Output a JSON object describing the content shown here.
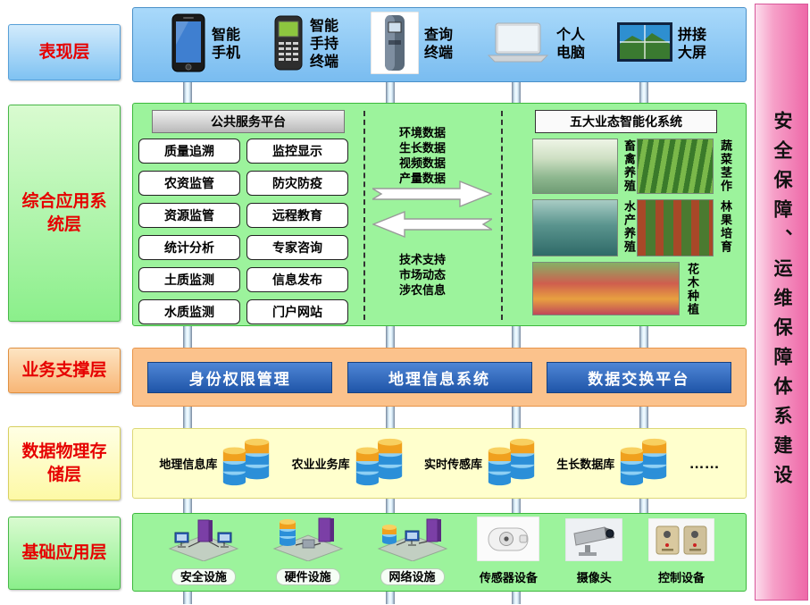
{
  "colors": {
    "layer_label_text": "#e60000",
    "presentation_blue": "#8fccf6",
    "application_green": "#9cf39c",
    "business_orange": "#fbc28c",
    "storage_yellow": "#ffffcd",
    "sidebar_pink": "#f287b7",
    "business_button_blue": "#2a66c0"
  },
  "layer_labels": {
    "presentation": "表现层",
    "application": "综合应用系统层",
    "business": "业务支撑层",
    "storage": "数据物理存储层",
    "infrastructure": "基础应用层"
  },
  "right_bar": {
    "label": "安全保障、运维保障体系建设"
  },
  "presentation": {
    "devices": [
      {
        "label": "智能手机",
        "icon": "smartphone-icon"
      },
      {
        "label": "智能手持终端",
        "icon": "handheld-terminal-icon"
      },
      {
        "label": "查询终端",
        "icon": "kiosk-icon"
      },
      {
        "label": "个人电脑",
        "icon": "laptop-icon"
      },
      {
        "label": "拼接大屏",
        "icon": "video-wall-icon"
      }
    ]
  },
  "application": {
    "public_platform": {
      "title": "公共服务平台",
      "items": [
        "质量追溯",
        "监控显示",
        "农资监管",
        "防灾防疫",
        "资源监管",
        "远程教育",
        "统计分析",
        "专家咨询",
        "土质监测",
        "信息发布",
        "水质监测",
        "门户网站"
      ]
    },
    "exchange": {
      "upstream": [
        "环境数据",
        "生长数据",
        "视频数据",
        "产量数据"
      ],
      "downstream": [
        "技术支持",
        "市场动态",
        "涉农信息"
      ]
    },
    "ecosystems": {
      "title": "五大业态智能化系统",
      "items": [
        "畜禽养殖",
        "蔬菜茎作",
        "水产养殖",
        "林果培育",
        "花木种植"
      ]
    }
  },
  "business": {
    "items": [
      "身份权限管理",
      "地理信息系统",
      "数据交换平台"
    ]
  },
  "storage": {
    "items": [
      "地理信息库",
      "农业业务库",
      "实时传感库",
      "生长数据库"
    ],
    "ellipsis": "……"
  },
  "infrastructure": {
    "items": [
      "安全设施",
      "硬件设施",
      "网络设施",
      "传感器设备",
      "摄像头",
      "控制设备"
    ]
  }
}
